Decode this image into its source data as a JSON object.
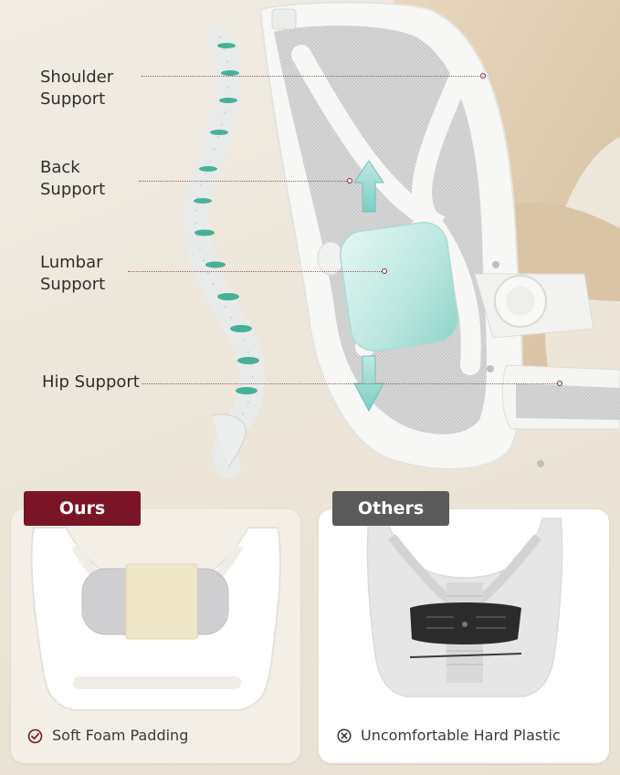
{
  "labels": {
    "shoulder": [
      "Shoulder",
      "Support"
    ],
    "back": [
      "Back",
      "Support"
    ],
    "lumbar": [
      "Lumbar",
      "Support"
    ],
    "hip": "Hip Support"
  },
  "comparison": {
    "ours": {
      "tag": "Ours",
      "caption": "Soft Foam Padding",
      "icon": "check-circle-icon"
    },
    "others": {
      "tag": "Others",
      "caption": "Uncomfortable Hard Plastic",
      "icon": "x-circle-icon"
    }
  },
  "colors": {
    "ours_tag": "#7a1528",
    "others_tag": "#5a5a5a",
    "leader_dot": "#8a2d38",
    "spine_disc": "#2aa88a"
  }
}
